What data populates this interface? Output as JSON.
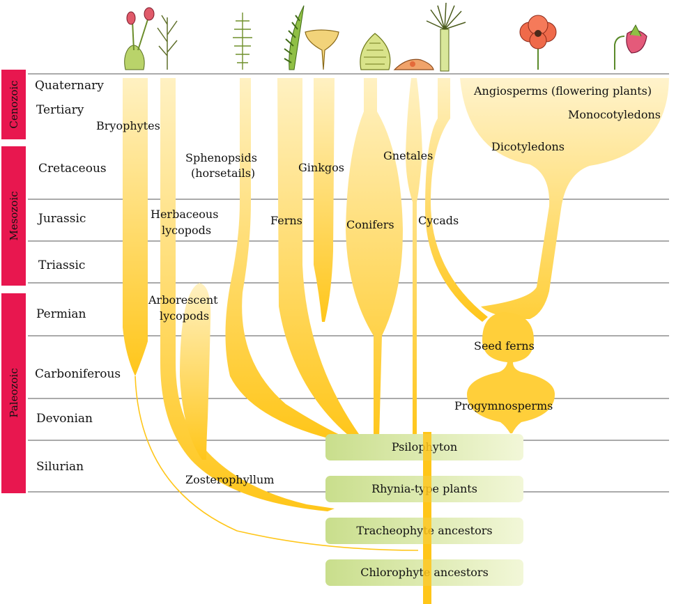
{
  "eras": [
    {
      "key": "cenozoic",
      "label": "Cenozoic"
    },
    {
      "key": "mesozoic",
      "label": "Mesozoic"
    },
    {
      "key": "paleozoic",
      "label": "Paleozoic"
    }
  ],
  "periods": [
    {
      "key": "quaternary",
      "label": "Quaternary"
    },
    {
      "key": "tertiary",
      "label": "Tertiary"
    },
    {
      "key": "cretaceous",
      "label": "Cretaceous"
    },
    {
      "key": "jurassic",
      "label": "Jurassic"
    },
    {
      "key": "triassic",
      "label": "Triassic"
    },
    {
      "key": "permian",
      "label": "Permian"
    },
    {
      "key": "carboniferous",
      "label": "Carboniferous"
    },
    {
      "key": "devonian",
      "label": "Devonian"
    },
    {
      "key": "silurian",
      "label": "Silurian"
    }
  ],
  "groups": {
    "bryophytes": "Bryophytes",
    "sphenopsids_line1": "Sphenopsids",
    "sphenopsids_line2": "(horsetails)",
    "ginkgos": "Ginkgos",
    "gnetales": "Gnetales",
    "angiosperms": "Angiosperms (flowering plants)",
    "monocotyledons": "Monocotyledons",
    "dicotyledons": "Dicotyledons",
    "herbaceous_line1": "Herbaceous",
    "herbaceous_line2": "lycopods",
    "ferns": "Ferns",
    "conifers": "Conifers",
    "cycads": "Cycads",
    "arborescent_line1": "Arborescent",
    "arborescent_line2": "lycopods",
    "seed_ferns": "Seed ferns",
    "progymnosperms": "Progymnosperms",
    "zosterophyllum": "Zosterophyllum"
  },
  "ancestors": {
    "psilophyton": "Psilophyton",
    "rhynia": "Rhynia-type plants",
    "tracheophyte": "Tracheophyte ancestors",
    "chlorophyte": "Chlorophyte ancestors"
  },
  "colors": {
    "branch_light": "#fff1c2",
    "branch_dark": "#ffc61a",
    "era_bar": "#e8174f",
    "ancestor_box": "#d2e39a",
    "grid_line": "#555555"
  }
}
